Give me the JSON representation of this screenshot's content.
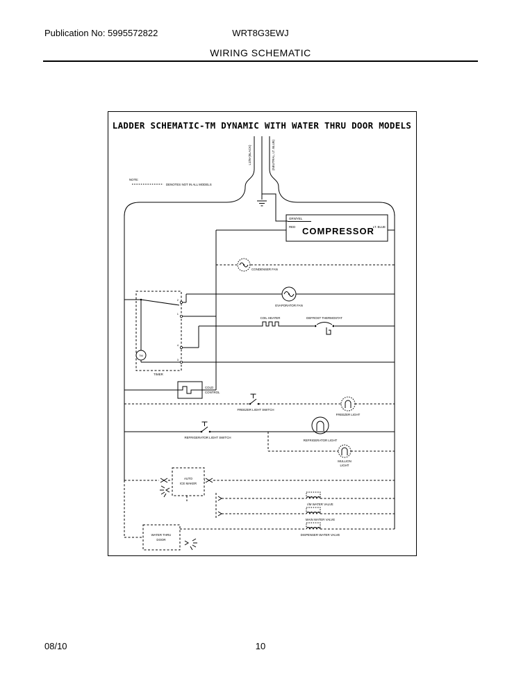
{
  "page": {
    "publication_label": "Publication No: 5995572822",
    "model": "WRT8G3EWJ",
    "section_title": "WIRING SCHEMATIC",
    "footer_date": "08/10",
    "footer_page_number": "10"
  },
  "schematic": {
    "title": "LADDER SCHEMATIC-TM DYNAMIC WITH WATER THRU DOOR MODELS",
    "note_label": "NOTE:",
    "note_text": "DENOTES NOT IN ALL MODELS",
    "cord_hot_label": "L1/W-(BLACK)",
    "cord_neutral_label": "(NEUTRAL, LT. BLUE)",
    "compressor_label": "COMPRESSOR",
    "compressor_ground_wire": "GRN/YEL",
    "compressor_in_wire": "RED",
    "compressor_out_wire": "LT. BLUE",
    "condenser_fan_label": "CONDENSER FAN",
    "evaporator_fan_label": "EVAPORATOR FAN",
    "coil_heater_label": "COIL HEATER",
    "defrost_thermostat_label": "DEFROST THERMOSTAT",
    "timer_label": "TIMER",
    "timer_motor_label": "TM",
    "timer_terminal_2": "2",
    "timer_terminal_1": "1",
    "timer_terminal_4": "4",
    "timer_terminal_3": "3",
    "cold_control_line1": "COLD",
    "cold_control_line2": "CONTROL",
    "freezer_light_switch_label": "FREEZER LIGHT SWITCH",
    "freezer_light_label": "FREEZER LIGHT",
    "refrigerator_light_switch_label": "REFRIGERATOR LIGHT SWITCH",
    "refrigerator_light_label": "REFRIGERATOR LIGHT",
    "mullion_light_line1": "MULLION",
    "mullion_light_line2": "LIGHT",
    "ice_maker_line1": "AUTO",
    "ice_maker_line2": "ICE MAKER",
    "im_water_valve_label": "I/M WATER VALVE",
    "main_water_valve_label": "MAIN WATER VALVE",
    "dispenser_water_valve_label": "DISPENSER WATER VALVE",
    "water_thru_door_line1": "WATER THRU",
    "water_thru_door_line2": "DOOR"
  }
}
